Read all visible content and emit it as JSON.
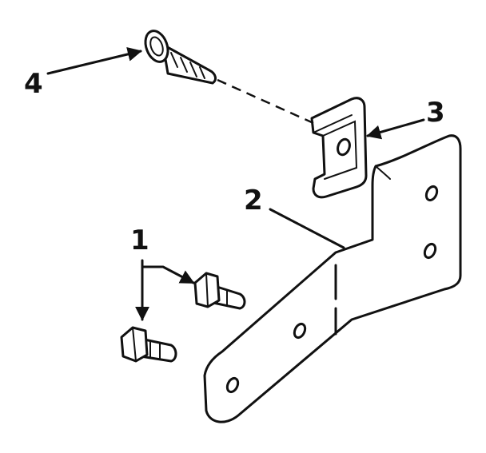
{
  "callouts": {
    "c1": "1",
    "c2": "2",
    "c3": "3",
    "c4": "4"
  },
  "colors": {
    "ink": "#111111",
    "paper": "#ffffff"
  },
  "parts": [
    {
      "callout": "1",
      "icon": "bolt-pair-icon"
    },
    {
      "callout": "2",
      "icon": "mounting-bracket-icon"
    },
    {
      "callout": "3",
      "icon": "clip-nut-icon"
    },
    {
      "callout": "4",
      "icon": "screw-icon"
    }
  ]
}
